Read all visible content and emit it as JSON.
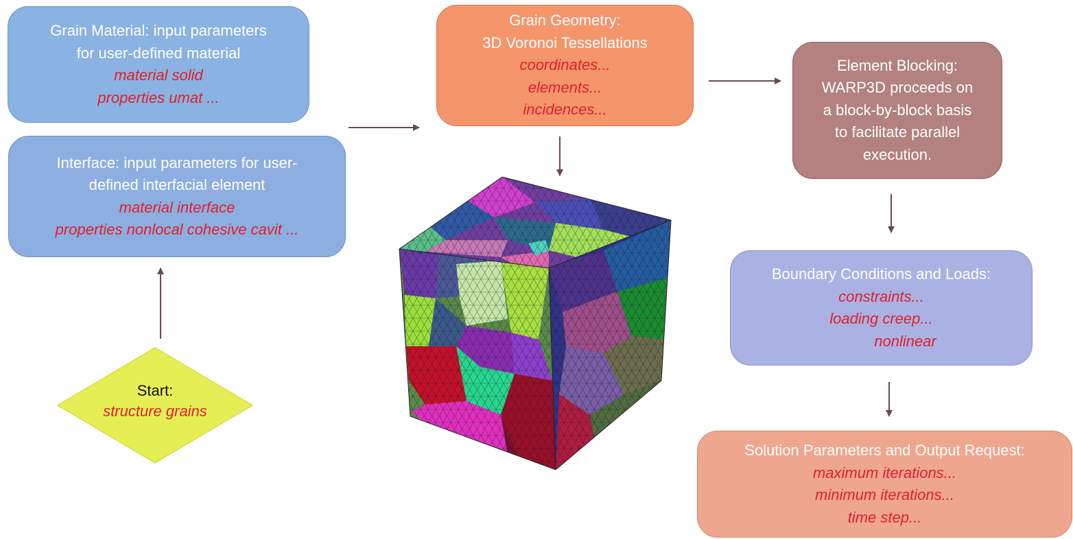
{
  "grain_material": {
    "lines": [
      "Grain Material: input parameters",
      "for user-defined material"
    ],
    "keywords": [
      "material solid",
      "properties umat ..."
    ]
  },
  "interface": {
    "lines": [
      "Interface: input parameters for user-",
      "defined interfacial element"
    ],
    "keywords": [
      "material interface",
      "properties nonlocal cohesive cavit ..."
    ]
  },
  "grain_geometry": {
    "lines": [
      "Grain Geometry:",
      "3D Voronoi Tessellations"
    ],
    "keywords": [
      "coordinates...",
      "elements...",
      "incidences..."
    ]
  },
  "element_blocking": {
    "lines": [
      "Element Blocking:",
      "WARP3D proceeds on",
      "a block-by-block basis",
      "to facilitate parallel",
      "execution."
    ]
  },
  "boundary": {
    "lines": [
      "Boundary Conditions and Loads:"
    ],
    "keywords": [
      "constraints...",
      "loading creep...",
      "nonlinear"
    ]
  },
  "solution": {
    "lines": [
      "Solution Parameters and Output Request:"
    ],
    "keywords": [
      "maximum iterations...",
      "minimum iterations...",
      "time step..."
    ]
  },
  "start": {
    "label": "Start:",
    "keyword": "structure grains"
  },
  "colors": {
    "keyword_red": "#e0202a",
    "arrow": "#6b4a4a",
    "start_fill": "#e6ee55"
  }
}
